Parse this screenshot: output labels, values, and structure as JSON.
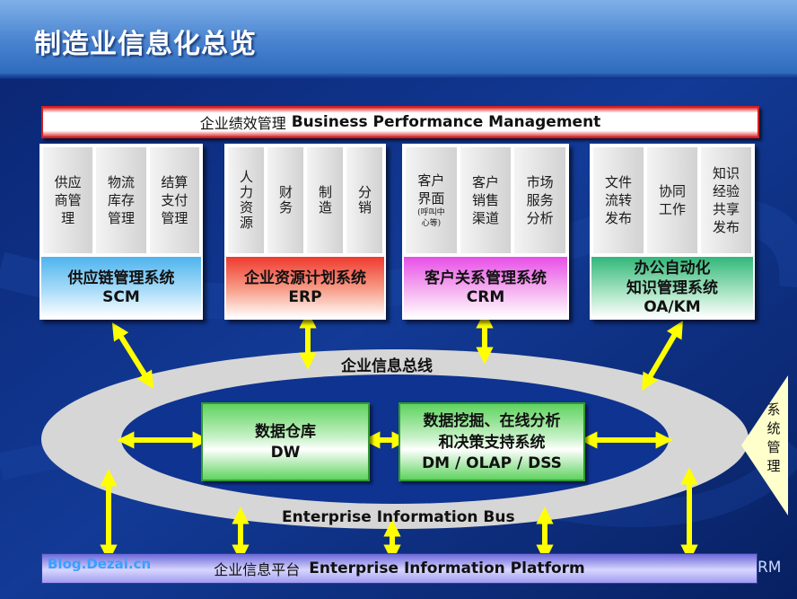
{
  "title": "制造业信息化总览",
  "bpm_bar": {
    "zh": "企业绩效管理",
    "en": "Business Performance Management"
  },
  "systems": [
    {
      "id": "scm",
      "subs": [
        "供应\n商管\n理",
        "物流\n库存\n管理",
        "结算\n支付\n管理"
      ],
      "name_zh": "供应链管理系统",
      "name_en": "SCM",
      "color": "#4fb4ee"
    },
    {
      "id": "erp",
      "subs": [
        "人力资源",
        "财务",
        "制造",
        "分销"
      ],
      "name_zh": "企业资源计划系统",
      "name_en": "ERP",
      "color": "#ef3a2e"
    },
    {
      "id": "crm",
      "subs": [
        "客户\n界面",
        "客户\n销售\n渠道",
        "市场\n服务\n分析"
      ],
      "crm_sub_note": "(呼叫中\n心等)",
      "name_zh": "客户关系管理系统",
      "name_en": "CRM",
      "color": "#e84fe8"
    },
    {
      "id": "oa",
      "subs": [
        "文件\n流转\n发布",
        "协同\n工作",
        "知识\n经验\n共享\n发布"
      ],
      "name_zh": "办公自动化\n知识管理系统",
      "name_en": "OA/KM",
      "color": "#32b77a"
    }
  ],
  "bus": {
    "zh": "企业信息总线",
    "en": "Enterprise Information Bus"
  },
  "dw": {
    "zh": "数据仓库",
    "en": "DW"
  },
  "dm": {
    "zh": "数据挖掘、在线分析\n和决策支持系统",
    "en": "DM / OLAP / DSS"
  },
  "platform": {
    "zh": "企业信息平台",
    "en": "Enterprise Information Platform"
  },
  "watermark": "Blog.Dezai.cn",
  "side_label": "系统管理",
  "edge_text": "RM",
  "colors": {
    "arrow": "#ffff00",
    "ring": "#d6d6d6",
    "background": "#0c2a80"
  }
}
